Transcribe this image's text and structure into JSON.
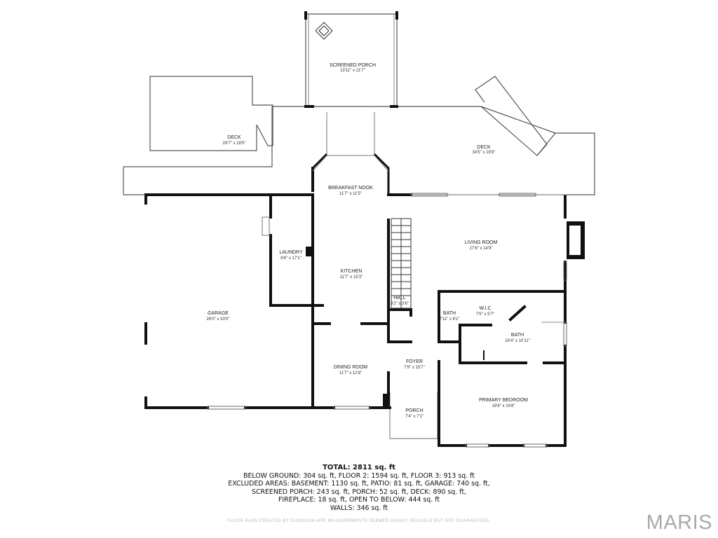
{
  "rooms": {
    "screened_porch": {
      "name": "SCREENED PORCH",
      "dim": "13'11\" x 21'7\""
    },
    "deck_left": {
      "name": "DECK",
      "dim": "29'7\" x 18'5\""
    },
    "deck_right": {
      "name": "DECK",
      "dim": "34'5\" x 18'9\""
    },
    "breakfast_nook": {
      "name": "BREAKFAST NOOK",
      "dim": "11'7\" x 11'5\""
    },
    "living_room": {
      "name": "LIVING ROOM",
      "dim": "27'8\" x 14'9\""
    },
    "laundry": {
      "name": "LAUNDRY",
      "dim": "6'6\" x 17'1\""
    },
    "kitchen": {
      "name": "KITCHEN",
      "dim": "11'7\" x 15'3\""
    },
    "hall": {
      "name": "HALL",
      "dim": "3'2\" x 3'6\""
    },
    "bath_small": {
      "name": "BATH",
      "dim": "7'11\" x 6'1\""
    },
    "wic": {
      "name": "W.I.C",
      "dim": "7'5\" x 5'7\""
    },
    "bath_primary": {
      "name": "BATH",
      "dim": "16'4\" x 10'11\""
    },
    "garage": {
      "name": "GARAGE",
      "dim": "26'0\" x 33'0\""
    },
    "foyer": {
      "name": "FOYER",
      "dim": "7'9\" x 15'7\""
    },
    "dining_room": {
      "name": "DINING ROOM",
      "dim": "11'7\" x 12'8\""
    },
    "primary_bedroom": {
      "name": "PRIMARY BEDROOM",
      "dim": "19'8\" x 16'8\""
    },
    "porch": {
      "name": "PORCH",
      "dim": "7'4\" x 7'1\""
    }
  },
  "summary": {
    "total": "TOTAL: 2811 sq. ft",
    "line1": "BELOW GROUND: 304 sq. ft, FLOOR 2: 1594 sq. ft, FLOOR 3: 913 sq. ft",
    "line2": "EXCLUDED AREAS: BASEMENT: 1130 sq. ft, PATIO: 81 sq. ft, GARAGE: 740 sq. ft,",
    "line3": "SCREENED PORCH: 243 sq. ft, PORCH: 52 sq. ft, DECK: 890 sq. ft,",
    "line4": "FIREPLACE: 18 sq. ft, OPEN TO BELOW: 444 sq. ft",
    "line5": "WALLS: 346 sq. ft"
  },
  "credit": "FLOOR PLAN CREATED BY CUBICASA APP. MEASUREMENTS DEEMED HIGHLY RELIABLE BUT NOT GUARANTEED.",
  "logo": "MARIS",
  "colors": {
    "wall": "#111111",
    "outline": "#555555",
    "background": "#ffffff"
  }
}
